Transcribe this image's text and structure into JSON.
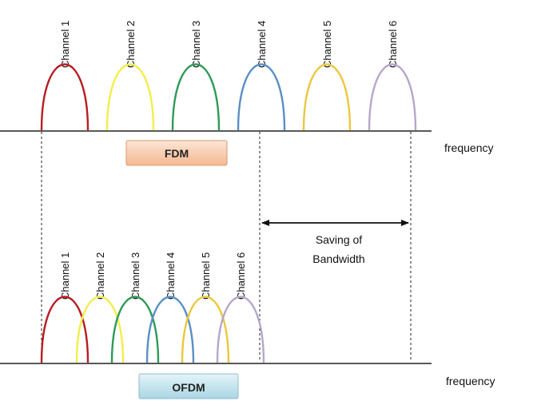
{
  "fdm": {
    "label": "FDM",
    "box_color": "#f7c9a8",
    "channels": [
      {
        "label": "Channel 1",
        "color": "#b81d24"
      },
      {
        "label": "Channel 2",
        "color": "#f2ee4a"
      },
      {
        "label": "Channel 3",
        "color": "#2e9a57"
      },
      {
        "label": "Channel 4",
        "color": "#5a8fc4"
      },
      {
        "label": "Channel 5",
        "color": "#ecc73c"
      },
      {
        "label": "Channel 6",
        "color": "#b7a6cc"
      }
    ],
    "axis_label": "frequency"
  },
  "ofdm": {
    "label": "OFDM",
    "box_color": "#bfe2ec",
    "channels": [
      {
        "label": "Channel 1",
        "color": "#b81d24"
      },
      {
        "label": "Channel 2",
        "color": "#f2ee4a"
      },
      {
        "label": "Channel 3",
        "color": "#2e9a57"
      },
      {
        "label": "Channel 4",
        "color": "#5a8fc4"
      },
      {
        "label": "Channel 5",
        "color": "#ecc73c"
      },
      {
        "label": "Channel 6",
        "color": "#b7a6cc"
      }
    ],
    "axis_label": "frequency"
  },
  "saving": {
    "line1": "Saving of",
    "line2": "Bandwidth"
  }
}
